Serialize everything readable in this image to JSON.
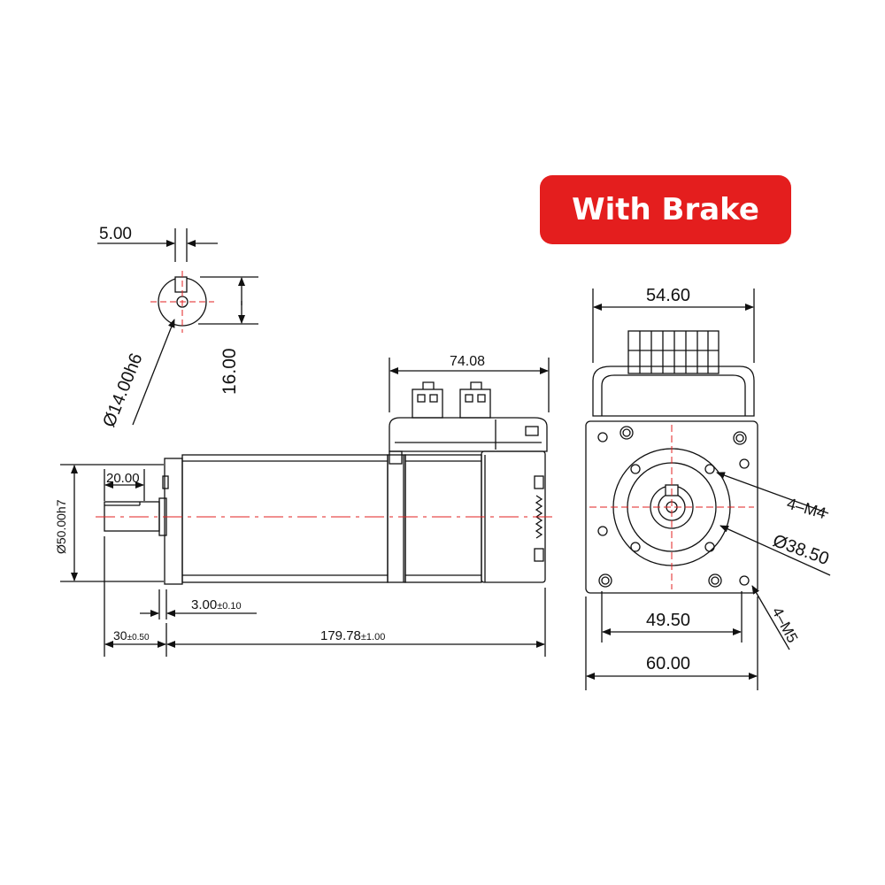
{
  "badge": {
    "label": "With Brake",
    "color": "#e41e1e"
  },
  "colors": {
    "line": "#111111",
    "centerline": "#e02020"
  },
  "dimensions": {
    "key_width": "5.00",
    "key_height": "16.00",
    "shaft_diameter": "Ø14.00h6",
    "connector_length": "74.08",
    "flange_width_top": "54.60",
    "shaft_length": "20.00",
    "pilot_diameter": "Ø50.00h7",
    "pilot_depth_main": "3.00",
    "pilot_depth_tol": "±0.10",
    "shaft_total_main": "30",
    "shaft_total_tol": "±0.50",
    "body_length_main": "179.78",
    "body_length_tol": "±1.00",
    "tapped_holes": "4–M4",
    "bolt_circle": "Ø38.50",
    "mount_hole_pitch": "49.50",
    "mount_holes": "4–M5",
    "flange_size": "60.00"
  }
}
